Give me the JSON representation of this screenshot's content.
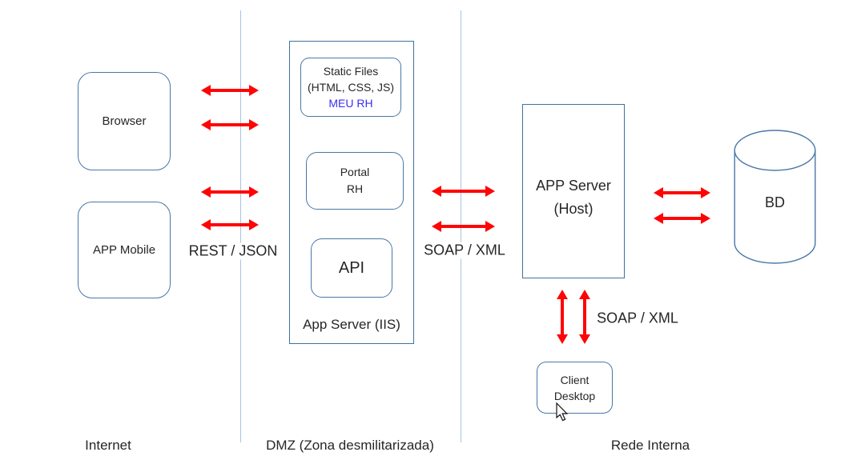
{
  "colors": {
    "arrow_red": "#fe0505",
    "box_border": "#41719c",
    "rounded_border": "#4a77a8",
    "divider_blue": "#a6c4e3",
    "text_dark": "#262626",
    "meu_rh_blue": "#3a2ff2"
  },
  "zones": {
    "internet": "Internet",
    "dmz": "DMZ (Zona desmilitarizada)",
    "rede_interna": "Rede Interna"
  },
  "nodes": {
    "browser": "Browser",
    "app_mobile": "APP Mobile",
    "static_files_line1": "Static Files",
    "static_files_line2": "(HTML, CSS, JS)",
    "static_files_line3": "MEU RH",
    "portal_line1": "Portal",
    "portal_line2": "RH",
    "api": "API",
    "iis_label": "App Server (IIS)",
    "host_line1": "APP Server",
    "host_line2": "(Host)",
    "bd": "BD",
    "client_line1": "Client",
    "client_line2": "Desktop"
  },
  "edges": {
    "rest_json": "REST / JSON",
    "soap_xml_mid": "SOAP / XML",
    "soap_xml_bottom": "SOAP / XML"
  }
}
